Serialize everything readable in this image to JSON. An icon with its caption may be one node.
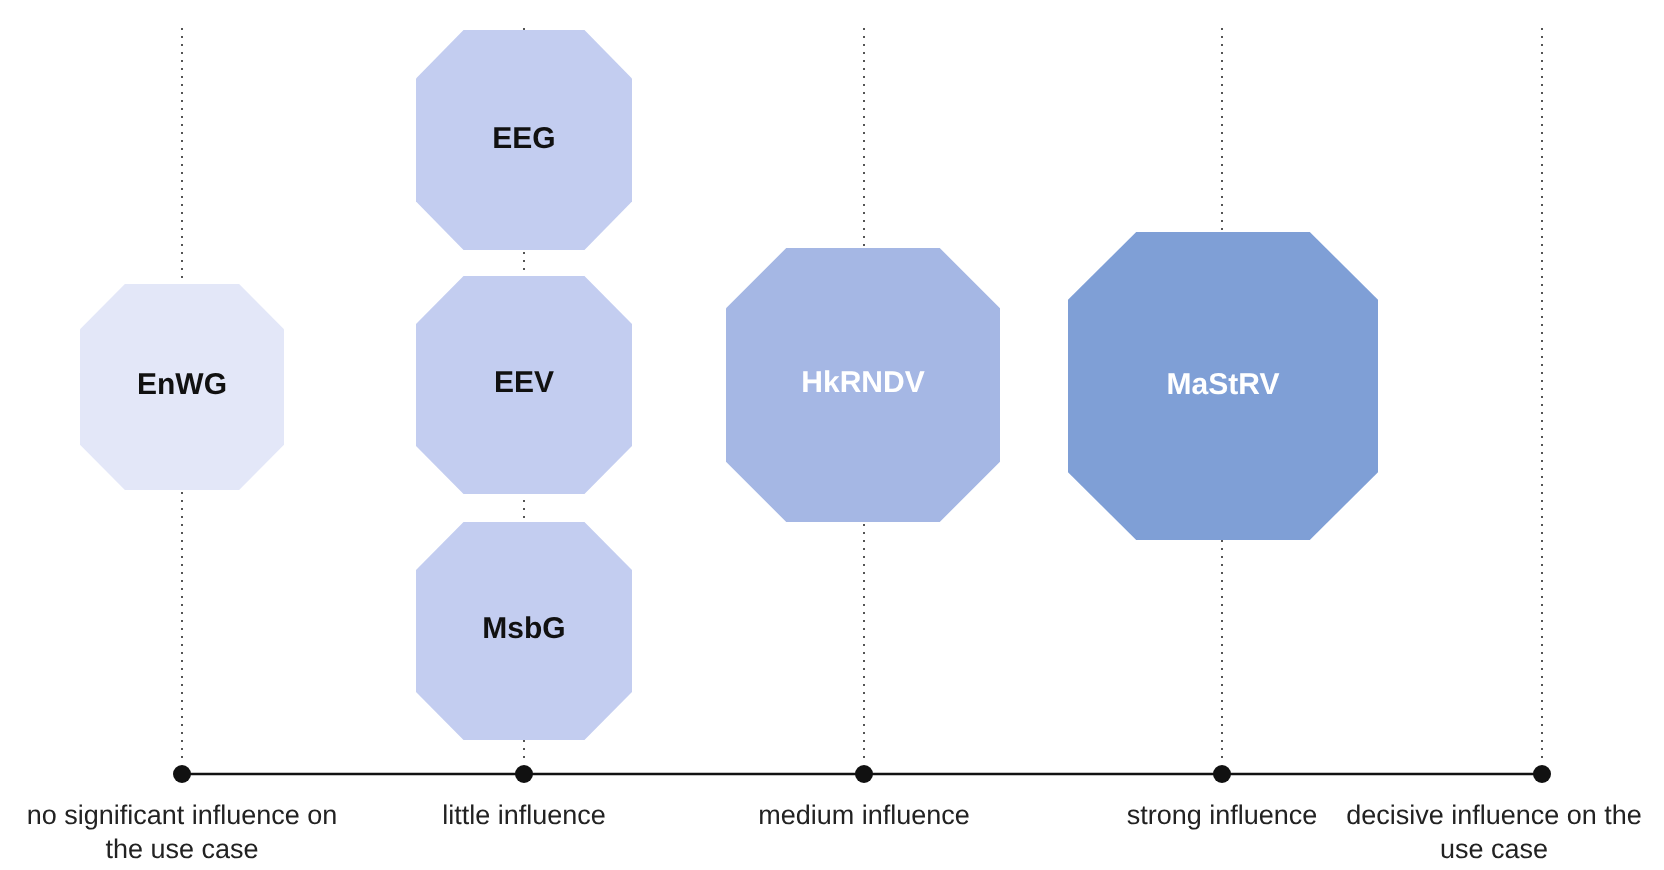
{
  "diagram": {
    "nodes": [
      {
        "text": [
          "EnWG"
        ]
      },
      {
        "text": [
          "EEG"
        ]
      },
      {
        "text": [
          "EEV"
        ]
      },
      {
        "text": [
          "MsbG"
        ]
      },
      {
        "text": [
          "HkRNDV"
        ]
      },
      {
        "text": [
          "MaStRV"
        ]
      }
    ],
    "labels": [
      "no significant influence on the use case",
      "little influence",
      "medium influence",
      "strong influence",
      "decisive influence on the use case"
    ]
  }
}
